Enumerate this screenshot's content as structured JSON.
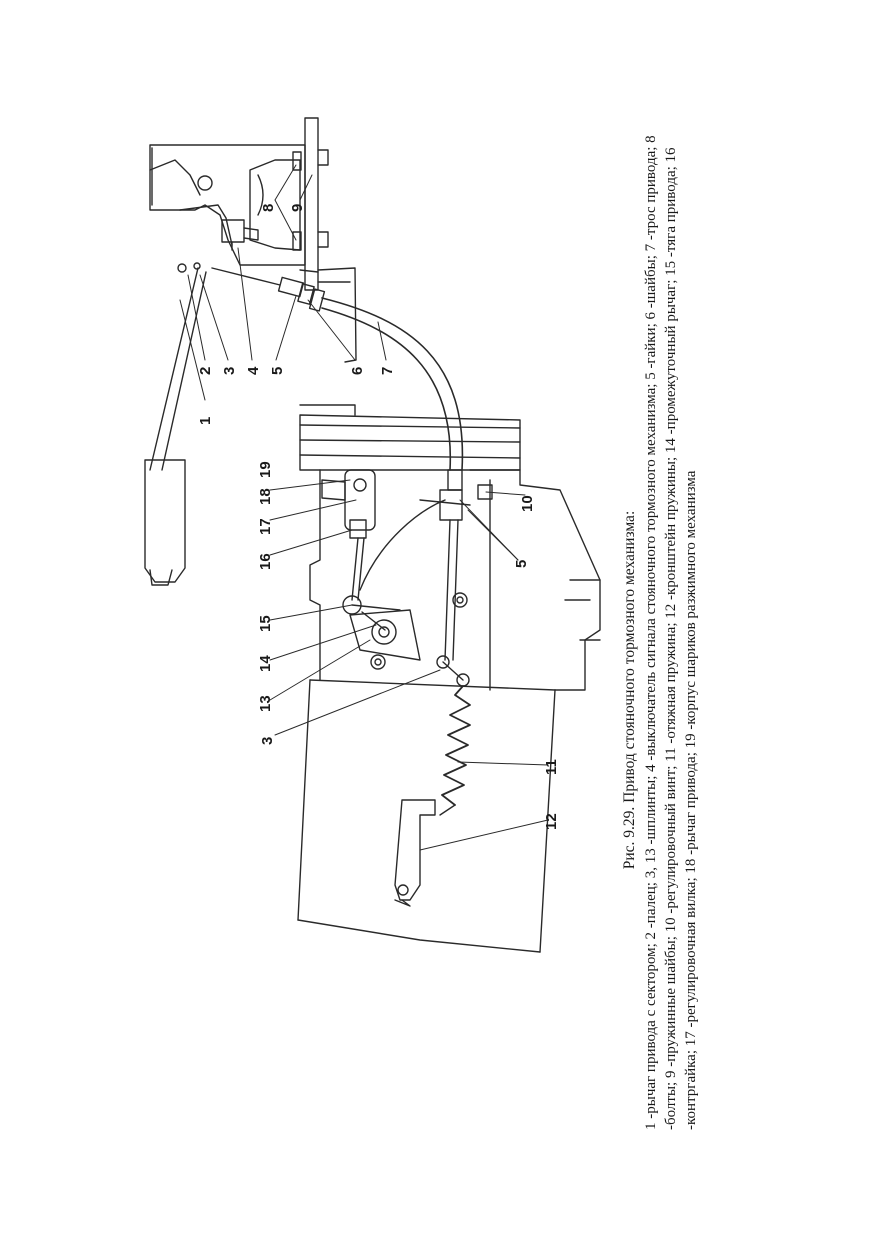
{
  "figure": {
    "caption_title": "Рис. 9.29. Привод стояночного тормозного механизма:",
    "legend_text": "1 -рычаг привода с сектором; 2 -палец; 3, 13 -шплинты; 4 -выключатель сигнала стояночного тормозного механизма; 5 -гайки; 6 -шайбы; 7 -трос привода; 8 -болты; 9 -пружинные шайбы; 10 -регулировочный винт; 11 -отяжная пружина; 12 -кронштейн пружины; 14 -промежуточный рычаг; 15 -тяга привода; 16 -контргайка; 17 -регулировочная вилка; 18 -рычаг привода; 19 -корпус шариков разжимного механизма"
  },
  "callouts": {
    "n1": "1",
    "n2": "2",
    "n3a": "3",
    "n4": "4",
    "n5a": "5",
    "n6": "6",
    "n7": "7",
    "n8": "8",
    "n9": "9",
    "n10": "10",
    "n5b": "5",
    "n11": "11",
    "n12": "12",
    "n13": "13",
    "n14": "14",
    "n15": "15",
    "n16": "16",
    "n17": "17",
    "n18": "18",
    "n19": "19",
    "n3b": "3"
  },
  "icons": {
    "lever": "hand-brake-lever",
    "cable": "brake-cable",
    "spring": "tension-spring"
  }
}
